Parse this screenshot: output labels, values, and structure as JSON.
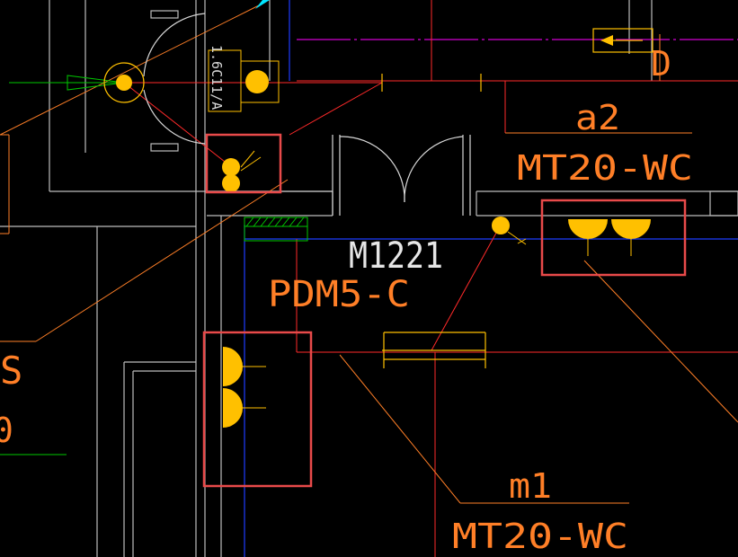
{
  "labels": {
    "door_code": "M1221",
    "panel_code": "PDM5-C",
    "room_a2": "a2",
    "fixture_a2": "MT20-WC",
    "room_m1": "m1",
    "fixture_m1": "MT20-WC",
    "wall_tag": "1.6C11/A",
    "arrow_tag": "D",
    "edge_left_s": "S",
    "edge_left_0": "0"
  },
  "colors": {
    "background": "#000000",
    "wall": "#c8c8c8",
    "fixture": "#ffc000",
    "orange_text": "#ff7f27",
    "leader_red": "#ff2a2a",
    "blue_line": "#1e3cff",
    "magenta_line": "#d200d2",
    "green_hatch": "#00c800",
    "highlight_box": "#e84a4a",
    "door_arc": "#d8d8d8"
  },
  "icons": [
    "light-fixture-icon",
    "half-circle-lamp-icon",
    "arrow-icon",
    "emergency-light-icon"
  ]
}
